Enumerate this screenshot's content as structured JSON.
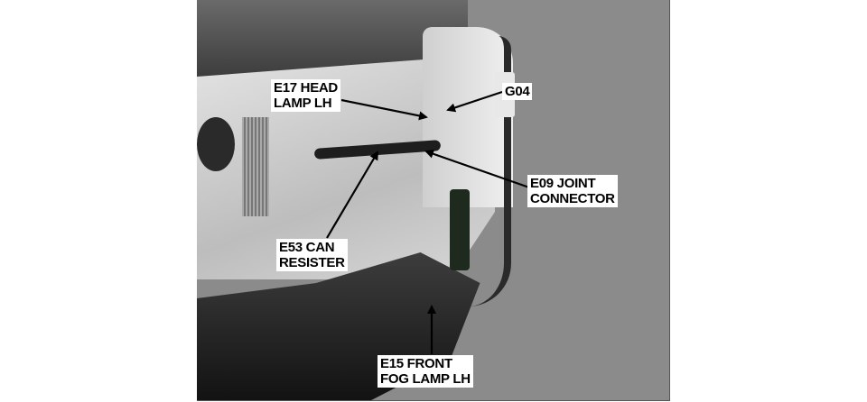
{
  "figure": {
    "callouts": {
      "e17": {
        "line1": "E17 HEAD",
        "line2": "LAMP LH"
      },
      "g04": {
        "line1": "G04"
      },
      "e09": {
        "line1": "E09 JOINT",
        "line2": "CONNECTOR"
      },
      "e53": {
        "line1": "E53 CAN",
        "line2": "RESISTER"
      },
      "e15": {
        "line1": "E15 FRONT",
        "line2": "FOG LAMP LH"
      }
    }
  }
}
